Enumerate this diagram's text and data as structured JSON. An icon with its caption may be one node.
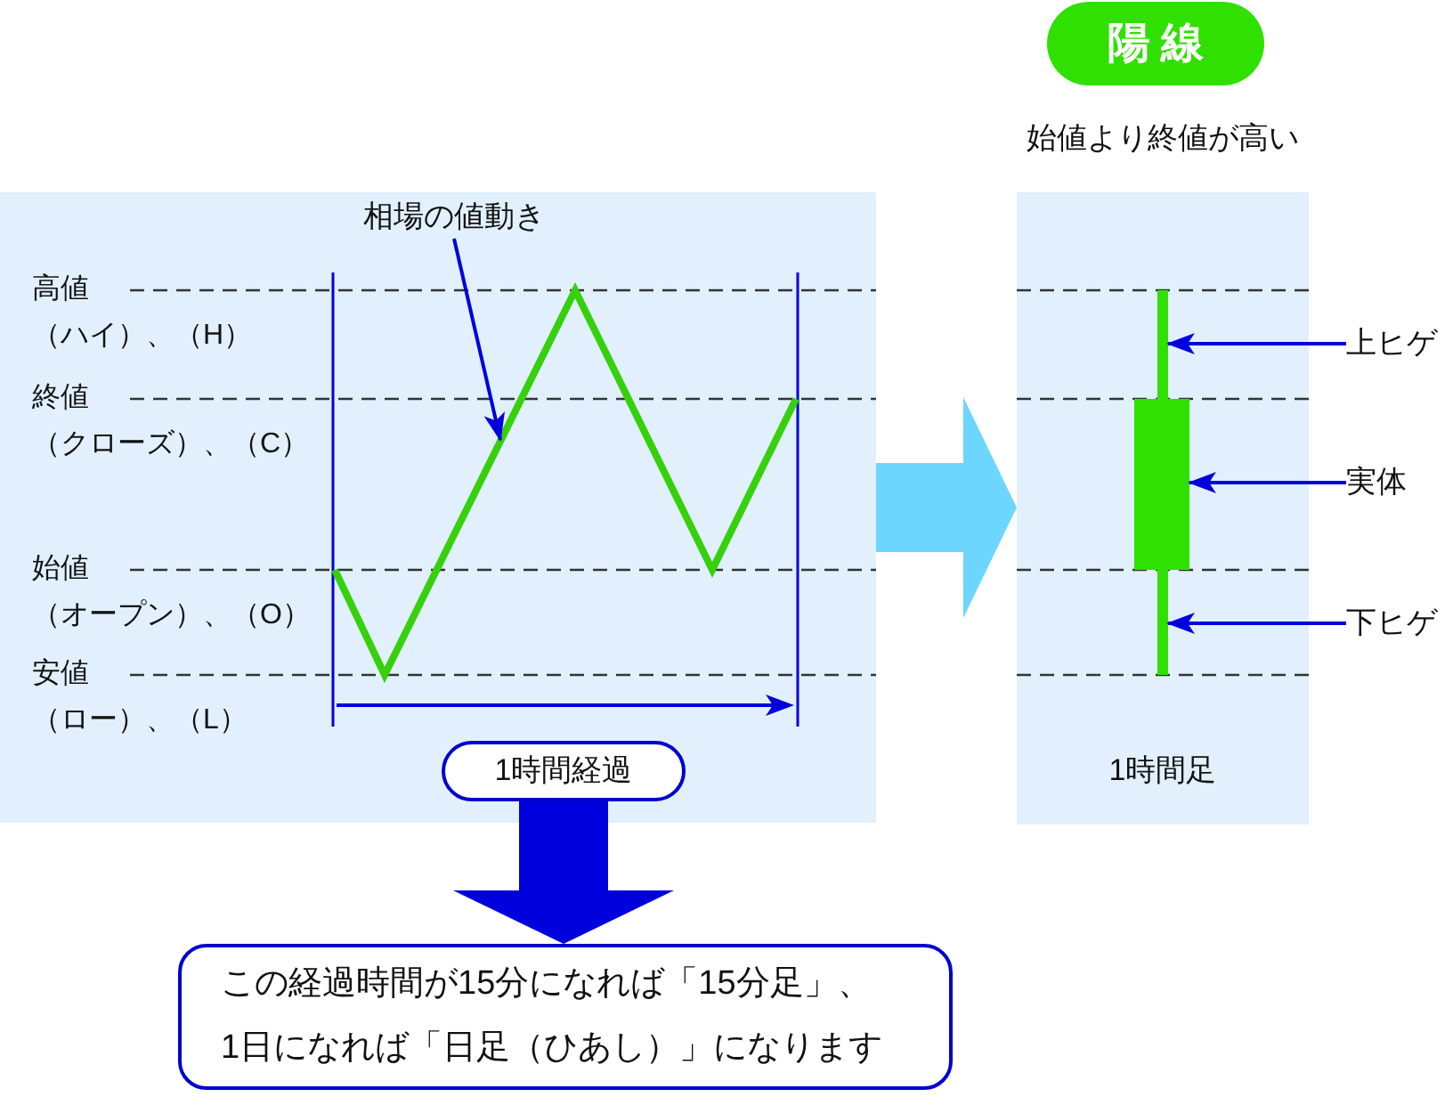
{
  "diagram": {
    "nodes": [
      {
        "text": [],
        "shape": "box"
      },
      {
        "text": [
          "相場の値動き"
        ],
        "in": 0
      },
      {
        "text": [],
        "shape": "line",
        "in": 0
      },
      {
        "text": [
          "1時間経過"
        ],
        "in": 0
      },
      {
        "text": [
          "この経過時間が15分になれば「15分足」、1日になれば「日足（ひあし）」になります"
        ]
      },
      {
        "text": [
          "陽線"
        ],
        "beside": [
          "始値より終値が高い"
        ]
      },
      {
        "text": [
          "1時間足"
        ]
      },
      {
        "text": [],
        "shape": "bar",
        "in": 6
      },
      {
        "text": [],
        "shape": "bar",
        "in": 6
      },
      {
        "text": [],
        "shape": "bar",
        "in": 6
      },
      {
        "text": [
          "上ヒゲ"
        ]
      },
      {
        "text": [
          "実体"
        ]
      },
      {
        "text": [
          "下ヒゲ"
        ]
      }
    ],
    "edges": [
      {
        "from": 1,
        "to": 2,
        "arrow": "to"
      },
      {
        "from": 3,
        "to": 4,
        "arrow": "to",
        "style": "thick"
      },
      {
        "from": 0,
        "to": 6,
        "arrow": "to",
        "style": "thick",
        "color": "#6dd6ff"
      },
      {
        "from": 10,
        "to": 7,
        "arrow": "to"
      },
      {
        "from": 11,
        "to": 8,
        "arrow": "to"
      },
      {
        "from": 12,
        "to": 9,
        "arrow": "to"
      }
    ],
    "labels": [
      "高値（ハイ）、（H）",
      "終値（クローズ）、（C）",
      "始値（オープン）、（O）",
      "安値（ロー）、（L）"
    ]
  }
}
